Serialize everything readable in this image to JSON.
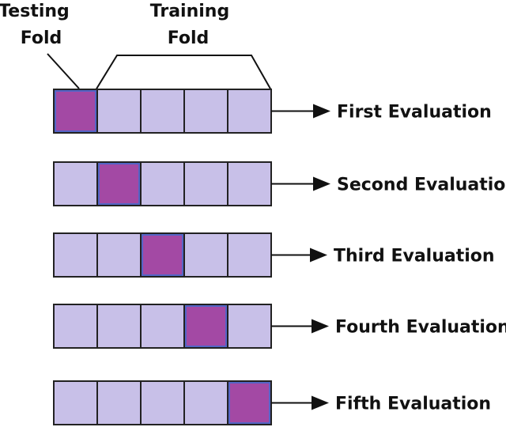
{
  "header": {
    "testing_line1": "Testing",
    "testing_line2": "Fold",
    "training_line1": "Training",
    "training_line2": "Fold"
  },
  "colors": {
    "test_fold": "#a349a4",
    "train_fold": "#c8c0e8",
    "fold_border": "#222222",
    "test_fold_border": "#3b6fd1"
  },
  "folds_per_row": 5,
  "evaluations": [
    {
      "label": "First Evaluation",
      "test_fold_index": 0
    },
    {
      "label": "Second Evaluation",
      "test_fold_index": 1
    },
    {
      "label": "Third Evaluation",
      "test_fold_index": 2
    },
    {
      "label": "Fourth Evaluation",
      "test_fold_index": 3
    },
    {
      "label": "Fifth Evaluation",
      "test_fold_index": 4
    }
  ]
}
